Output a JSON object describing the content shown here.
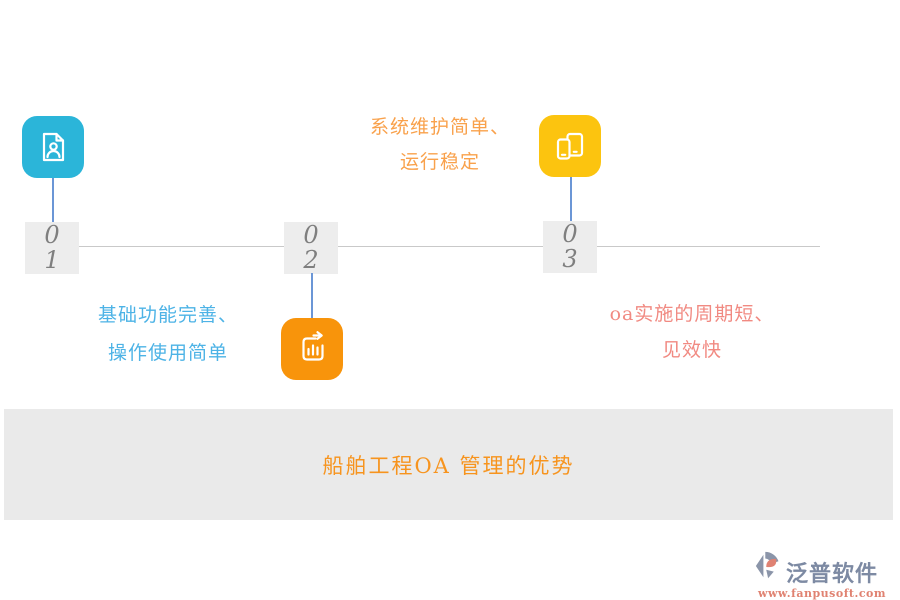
{
  "steps": [
    {
      "digit_top": "0",
      "digit_bottom": "1",
      "icon": "user-document-icon",
      "tile_color": "#2bb5d9",
      "label_line1": "基础功能完善、",
      "label_line2": "操作使用简单",
      "label_color": "#4db3e6"
    },
    {
      "digit_top": "0",
      "digit_bottom": "2",
      "icon": "bar-chart-export-icon",
      "tile_color": "#f8940b",
      "label_line1": "系统维护简单、",
      "label_line2": "运行稳定",
      "label_color": "#f9a14b"
    },
    {
      "digit_top": "0",
      "digit_bottom": "3",
      "icon": "devices-icon",
      "tile_color": "#fcc40f",
      "label_line1": "oa实施的周期短、",
      "label_line2": "见效快",
      "label_color": "#f18a82"
    }
  ],
  "banner": {
    "title": "船舶工程OA 管理的优势",
    "text_color": "#f7941e",
    "bg_color": "#eaeaea"
  },
  "logo": {
    "name": "泛普软件",
    "url": "www.fanpusoft.com",
    "name_color": "#7d8aa3",
    "url_color": "#e08271",
    "mark_gray": "#8b95a9",
    "mark_orange": "#df8273"
  },
  "timeline_color": "#c9c9c9",
  "connector_color": "#6b96d6",
  "number_box": {
    "bg": "#ededed",
    "digit_color": "#7f7f7f"
  }
}
